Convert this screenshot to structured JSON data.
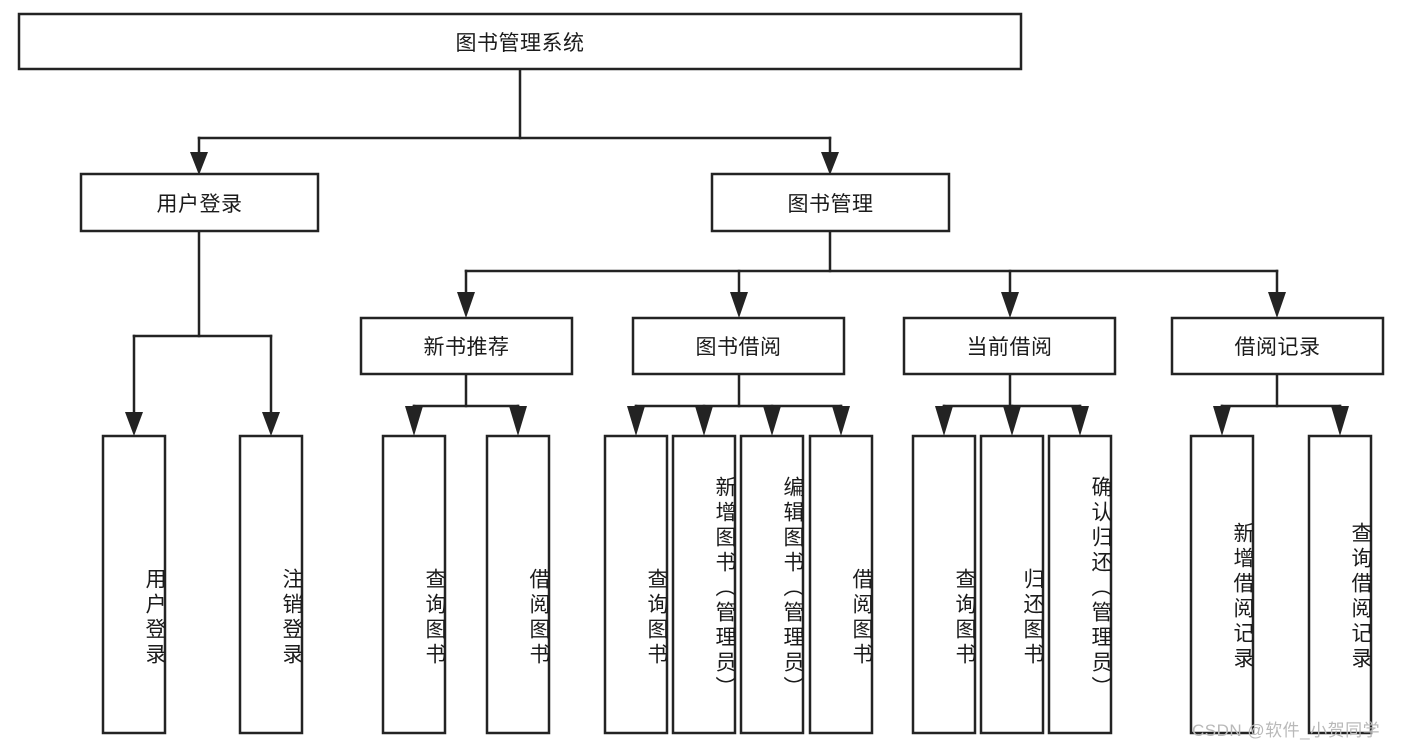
{
  "diagram": {
    "type": "tree-hierarchy",
    "title": "图书管理系统",
    "root": {
      "id": "root",
      "label": "图书管理系统",
      "orientation": "horizontal"
    },
    "level2": [
      {
        "id": "user-login",
        "label": "用户登录",
        "orientation": "horizontal"
      },
      {
        "id": "book-management",
        "label": "图书管理",
        "orientation": "horizontal"
      }
    ],
    "level3": [
      {
        "id": "new-book-recommend",
        "label": "新书推荐",
        "orientation": "horizontal"
      },
      {
        "id": "book-borrow",
        "label": "图书借阅",
        "orientation": "horizontal"
      },
      {
        "id": "current-borrow",
        "label": "当前借阅",
        "orientation": "horizontal"
      },
      {
        "id": "borrow-record",
        "label": "借阅记录",
        "orientation": "horizontal"
      }
    ],
    "leaves": [
      {
        "id": "leaf-user-login",
        "label": "用户登录",
        "parent": "user-login",
        "orientation": "vertical"
      },
      {
        "id": "leaf-logout",
        "label": "注销登录",
        "parent": "user-login",
        "orientation": "vertical"
      },
      {
        "id": "leaf-query-book-1",
        "label": "查询图书",
        "parent": "new-book-recommend",
        "orientation": "vertical"
      },
      {
        "id": "leaf-borrow-book-1",
        "label": "借阅图书",
        "parent": "new-book-recommend",
        "orientation": "vertical"
      },
      {
        "id": "leaf-query-book-2",
        "label": "查询图书",
        "parent": "book-borrow",
        "orientation": "vertical"
      },
      {
        "id": "leaf-add-book",
        "label": "新增图书（管理员）",
        "parent": "book-borrow",
        "orientation": "vertical"
      },
      {
        "id": "leaf-edit-book",
        "label": "编辑图书（管理员）",
        "parent": "book-borrow",
        "orientation": "vertical"
      },
      {
        "id": "leaf-borrow-book-2",
        "label": "借阅图书",
        "parent": "book-borrow",
        "orientation": "vertical"
      },
      {
        "id": "leaf-query-book-3",
        "label": "查询图书",
        "parent": "current-borrow",
        "orientation": "vertical"
      },
      {
        "id": "leaf-return-book",
        "label": "归还图书",
        "parent": "current-borrow",
        "orientation": "vertical"
      },
      {
        "id": "leaf-confirm-return",
        "label": "确认归还（管理员）",
        "parent": "current-borrow",
        "orientation": "vertical"
      },
      {
        "id": "leaf-add-record",
        "label": "新增借阅记录",
        "parent": "borrow-record",
        "orientation": "vertical"
      },
      {
        "id": "leaf-query-record",
        "label": "查询借阅记录",
        "parent": "borrow-record",
        "orientation": "vertical"
      }
    ],
    "watermark": "CSDN @软件_小贺同学",
    "colors": {
      "stroke": "#232323",
      "fill": "#ffffff",
      "text": "#1b1b1b",
      "watermark": "#b9b9b9"
    }
  }
}
